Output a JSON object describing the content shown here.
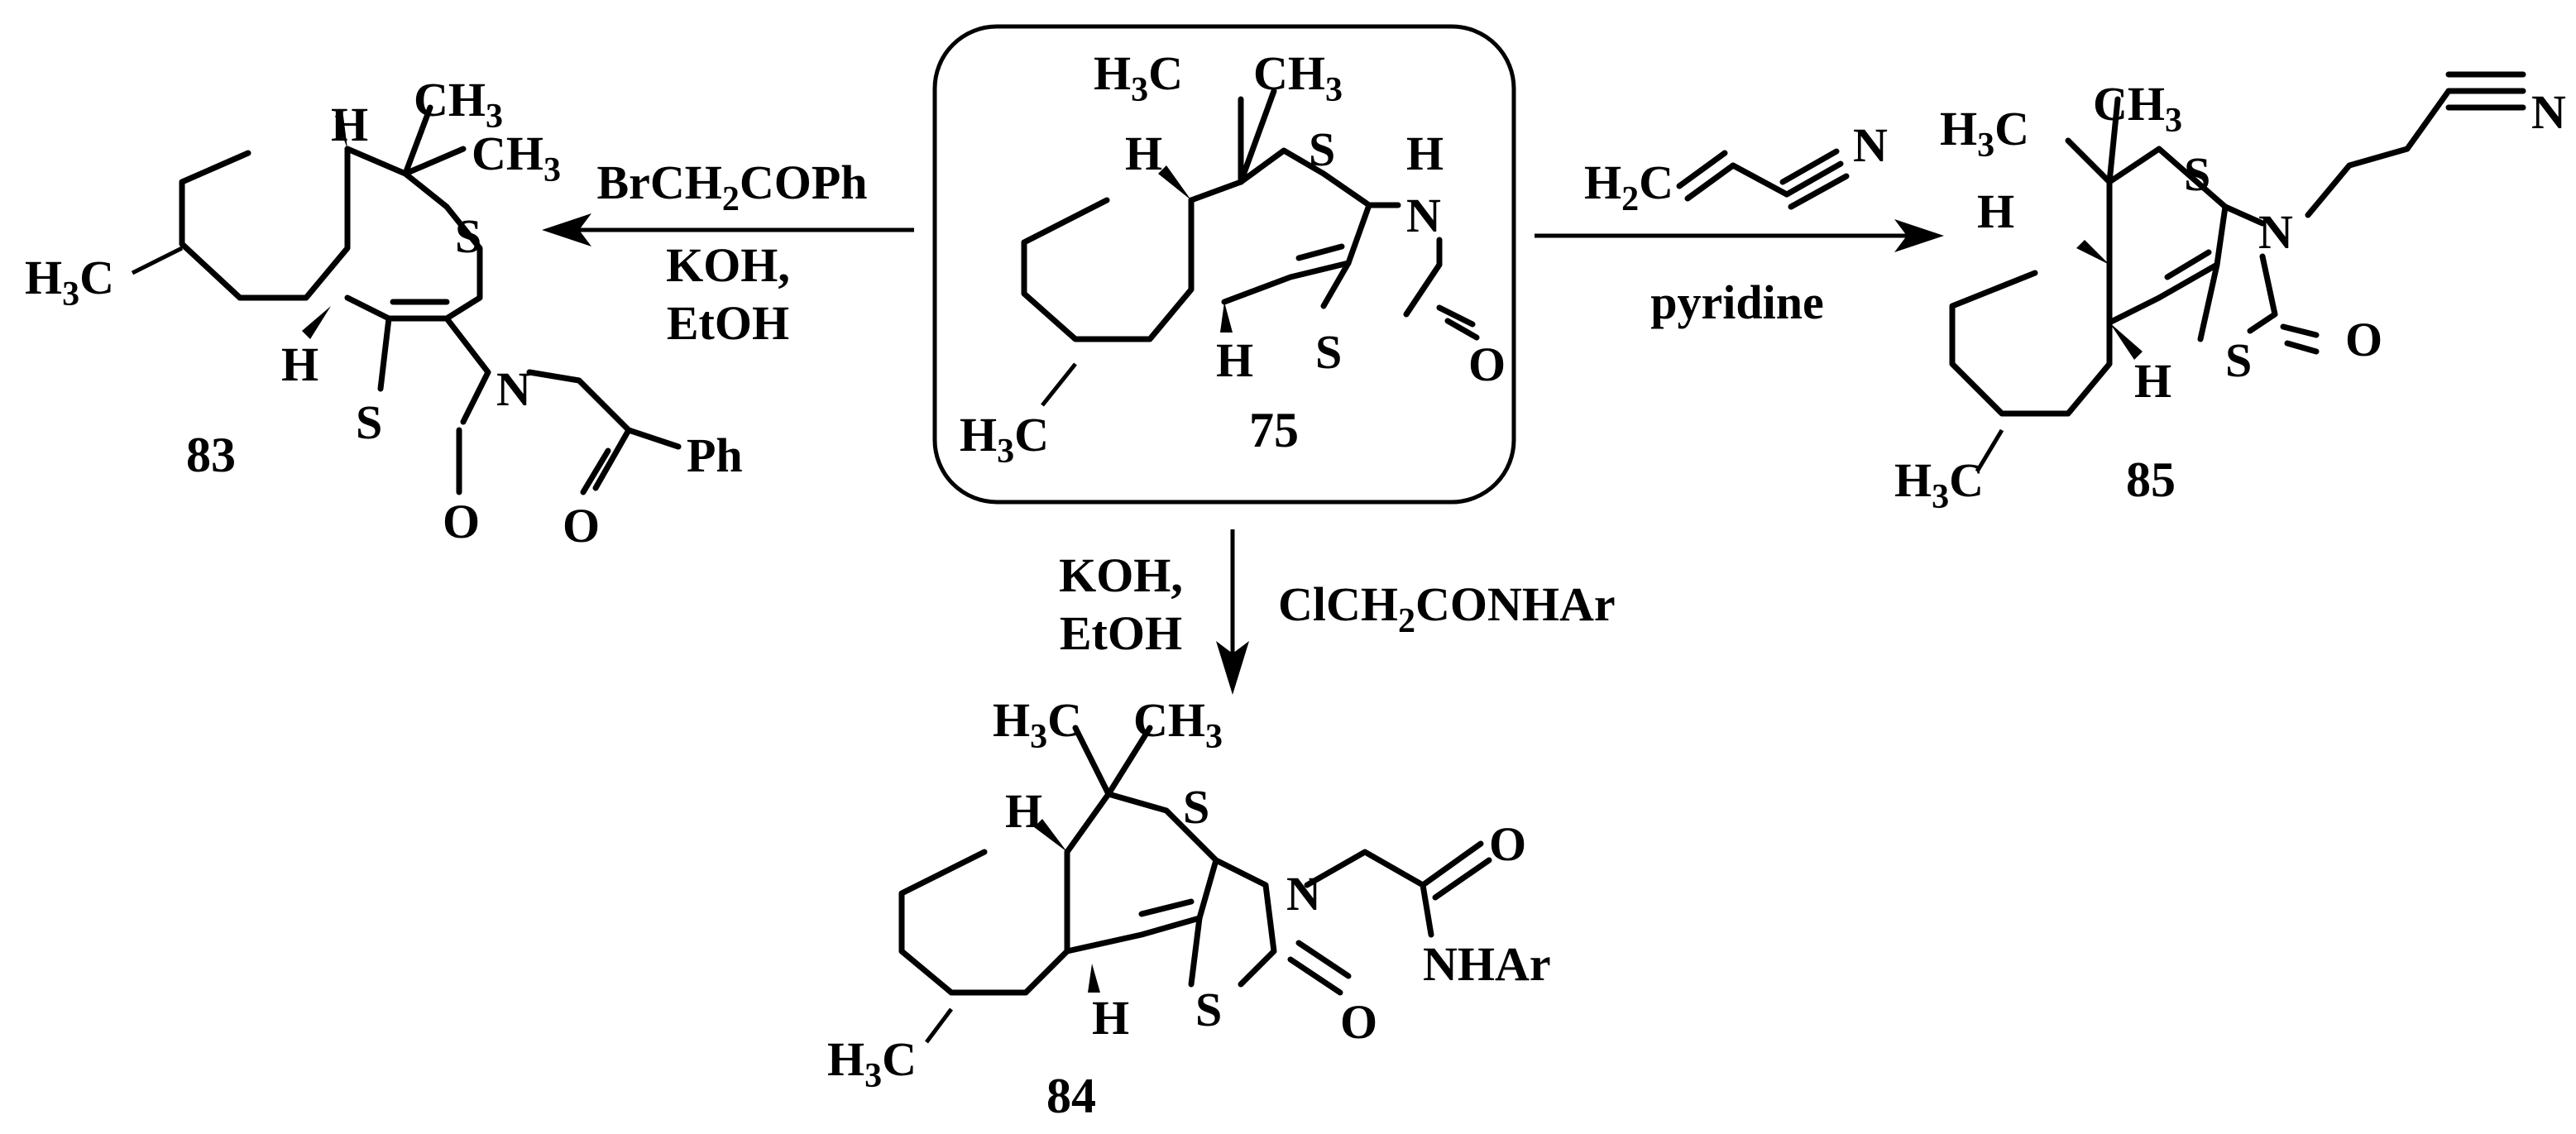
{
  "compounds": {
    "start": "75",
    "left": "83",
    "bottom": "84",
    "right": "85"
  },
  "reactions": {
    "left": {
      "reagent": "BrCH2COPh",
      "base": "KOH,",
      "solvent": "EtOH"
    },
    "bottom": {
      "reagent": "ClCH2CONHAr",
      "base": "KOH,",
      "solvent": "EtOH"
    },
    "right": {
      "reagent_a": "H2C",
      "reagent_b": "N",
      "catalyst": "pyridine"
    }
  },
  "atoms": {
    "S": "S",
    "N": "N",
    "O": "O",
    "H": "H",
    "NH": "NH",
    "Ph": "Ph",
    "NHAr": "NHAr",
    "CH3": "CH",
    "H3C": "H",
    "C": "C",
    "sub3": "3",
    "sub2": "2"
  }
}
